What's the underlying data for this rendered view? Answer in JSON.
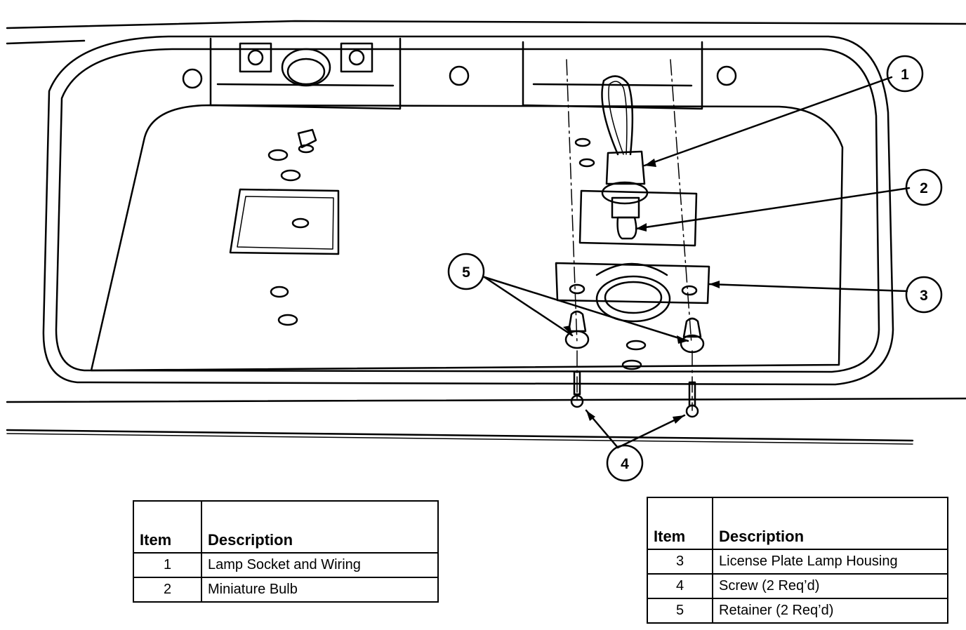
{
  "callouts": [
    "1",
    "2",
    "3",
    "4",
    "5"
  ],
  "tables": [
    {
      "headers": [
        "Item",
        "Description"
      ],
      "rows": [
        {
          "item": "1",
          "description": "Lamp Socket and Wiring"
        },
        {
          "item": "2",
          "description": "Miniature Bulb"
        }
      ]
    },
    {
      "headers": [
        "Item",
        "Description"
      ],
      "rows": [
        {
          "item": "3",
          "description": "License Plate Lamp Housing"
        },
        {
          "item": "4",
          "description": "Screw (2 Req’d)"
        },
        {
          "item": "5",
          "description": "Retainer (2 Req’d)"
        }
      ]
    }
  ]
}
